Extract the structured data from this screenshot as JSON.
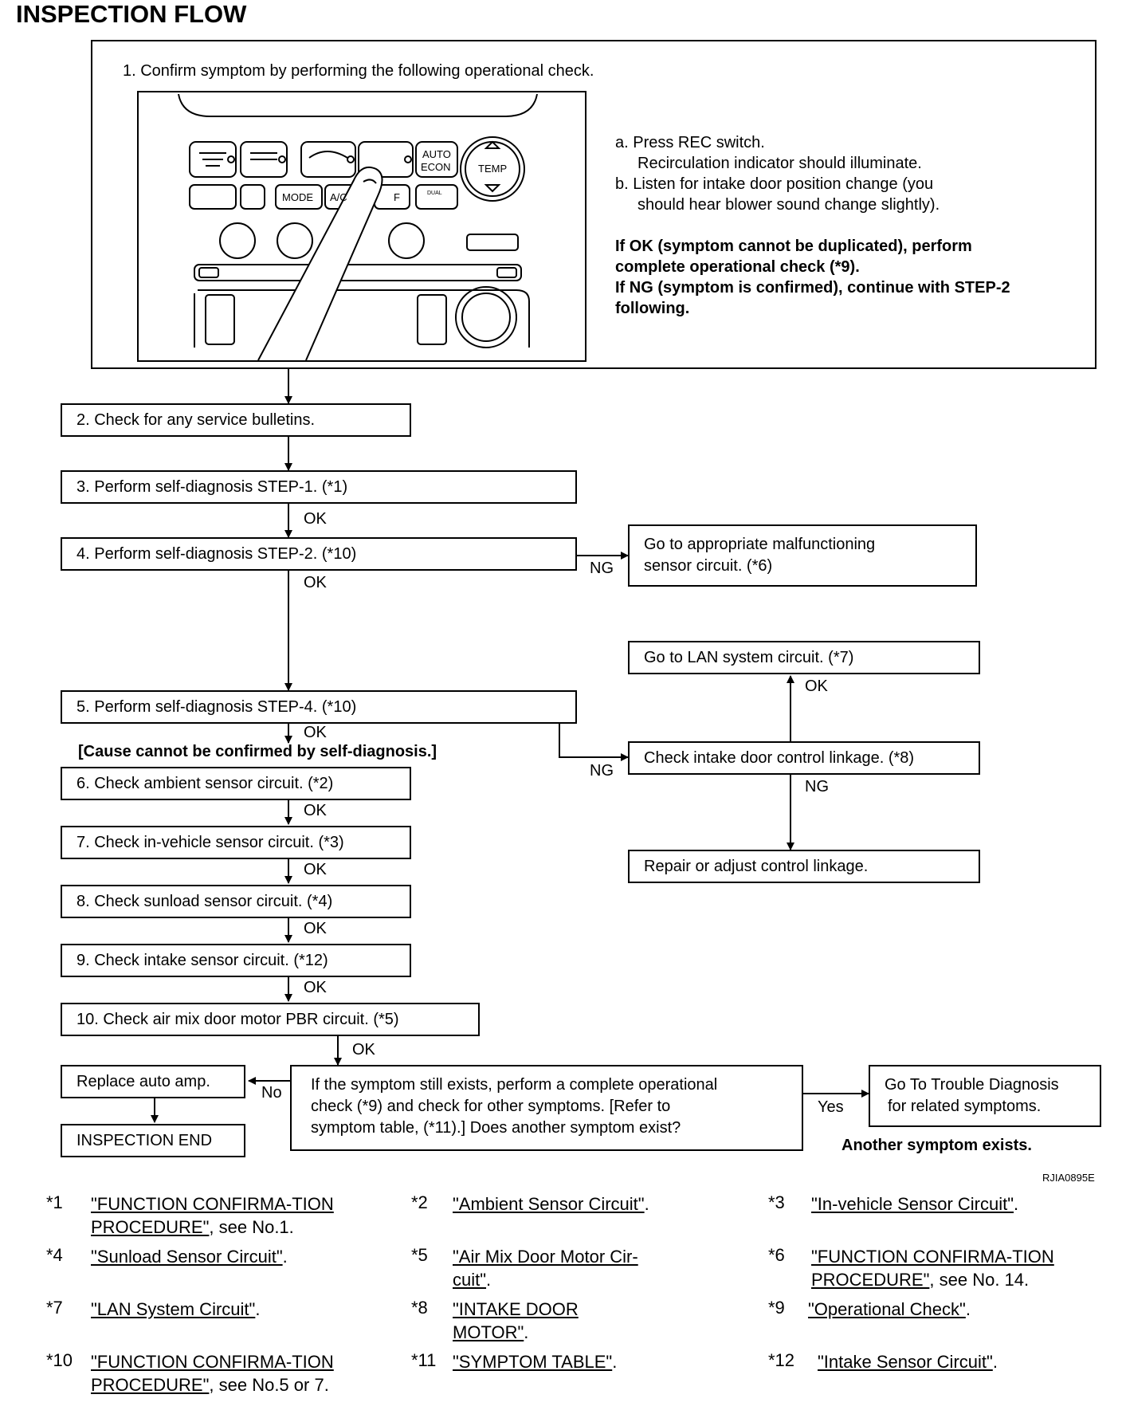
{
  "title": "INSPECTION FLOW",
  "step1": {
    "heading": "1. Confirm symptom by performing the following operational check.",
    "instr_a": "a. Press REC switch.",
    "instr_a2": "Recirculation indicator should illuminate.",
    "instr_b": "b. Listen for intake door position change (you",
    "instr_b2": "should hear blower sound change slightly).",
    "result_ok": "If OK (symptom cannot be duplicated), perform",
    "result_ok2": "complete operational check (*9).",
    "result_ng": "If NG (symptom is confirmed), continue with STEP-2",
    "result_ng2": "following.",
    "panel": {
      "auto": "AUTO",
      "econ": "ECON",
      "temp": "TEMP",
      "mode": "MODE",
      "ac": "A/C",
      "off": "F",
      "dual": "DUAL"
    }
  },
  "steps": {
    "s2": "2. Check for any service bulletins.",
    "s3": "3. Perform self-diagnosis STEP-1. (*1)",
    "s4": "4. Perform self-diagnosis STEP-2. (*10)",
    "s5": "5. Perform self-diagnosis STEP-4. (*10)",
    "cause": "[Cause cannot be confirmed by self-diagnosis.]",
    "s6": "6. Check ambient sensor circuit. (*2)",
    "s7": "7. Check in-vehicle sensor circuit. (*3)",
    "s8": "8. Check sunload sensor circuit. (*4)",
    "s9": "9. Check intake sensor circuit. (*12)",
    "s10": "10. Check air mix door motor PBR circuit. (*5)",
    "question_1": "If the symptom still exists, perform a complete operational",
    "question_2": "check (*9) and check for other symptoms. [Refer to",
    "question_3": "symptom table, (*11).] Does another symptom exist?",
    "replace": "Replace auto amp.",
    "end": "INSPECTION END",
    "goto_trouble_1": "Go To Trouble Diagnosis",
    "goto_trouble_2": "for related symptoms.",
    "another": "Another symptom exists.",
    "malfunction_1": "Go to appropriate malfunctioning",
    "malfunction_2": "sensor circuit. (*6)",
    "lan": "Go to LAN system circuit. (*7)",
    "linkage": "Check intake door control linkage. (*8)",
    "repair": "Repair or adjust control linkage."
  },
  "labels": {
    "ok": "OK",
    "ng": "NG",
    "yes": "Yes",
    "no": "No"
  },
  "figure_code": "RJIA0895E",
  "footnotes": [
    {
      "num": "*1",
      "link": "\"FUNCTION CONFIRMA-TION PROCEDURE\"",
      "rest": ", see No.1."
    },
    {
      "num": "*2",
      "link": "\"Ambient Sensor Circuit\"",
      "rest": "."
    },
    {
      "num": "*3",
      "link": "\"In-vehicle Sensor Circuit\"",
      "rest": "."
    },
    {
      "num": "*4",
      "link": "\"Sunload Sensor Circuit\"",
      "rest": "."
    },
    {
      "num": "*5",
      "link": "\"Air Mix Door Motor Cir-cuit\"",
      "rest": "."
    },
    {
      "num": "*6",
      "link": "\"FUNCTION CONFIRMA-TION PROCEDURE\"",
      "rest": ", see No. 14."
    },
    {
      "num": "*7",
      "link": "\"LAN System Circuit\"",
      "rest": "."
    },
    {
      "num": "*8",
      "link": "\"INTAKE DOOR MOTOR\"",
      "rest": "."
    },
    {
      "num": "*9",
      "link": "\"Operational Check\"",
      "rest": "."
    },
    {
      "num": "*10",
      "link": "\"FUNCTION CONFIRMA-TION PROCEDURE\"",
      "rest": ", see No.5 or 7."
    },
    {
      "num": "*11",
      "link": "\"SYMPTOM TABLE\"",
      "rest": "."
    },
    {
      "num": "*12",
      "link": "\"Intake Sensor Circuit\"",
      "rest": "."
    }
  ]
}
